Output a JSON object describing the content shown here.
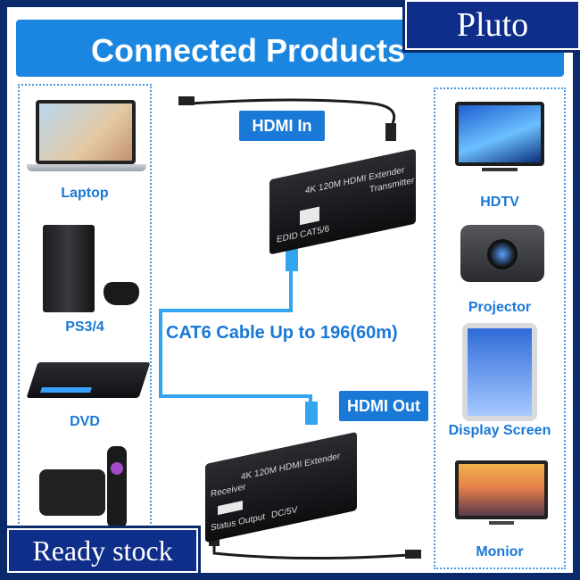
{
  "banner": {
    "title": "Connected Products"
  },
  "brand": {
    "label": "Pluto"
  },
  "footer": {
    "label": "Ready stock"
  },
  "left_devices": [
    {
      "label": "Laptop",
      "icon": "laptop-icon"
    },
    {
      "label": "PS3/4",
      "icon": "game-console-icon"
    },
    {
      "label": "DVD",
      "icon": "dvd-player-icon"
    },
    {
      "label": "",
      "icon": "tv-box-icon"
    }
  ],
  "right_devices": [
    {
      "label": "HDTV",
      "icon": "tv-icon"
    },
    {
      "label": "Projector",
      "icon": "projector-icon"
    },
    {
      "label": "Display Screen",
      "icon": "tablet-icon"
    },
    {
      "label": "Monior",
      "icon": "monitor-icon"
    }
  ],
  "center": {
    "hdmi_in": "HDMI In",
    "hdmi_out": "HDMI Out",
    "cable": "CAT6 Cable Up to 196(60m)",
    "transmitter": {
      "label": "4K 120M HDMI Extender",
      "sub": "Transmitter",
      "port1": "EDID",
      "port2": "CAT5/6"
    },
    "receiver": {
      "label": "4K 120M HDMI Extender",
      "sub": "Receiver",
      "port1": "Status Output",
      "port2": "DC/5V"
    }
  },
  "colors": {
    "accent": "#1a78d6",
    "banner": "#1a86e0",
    "frame": "#0b2a6b"
  }
}
